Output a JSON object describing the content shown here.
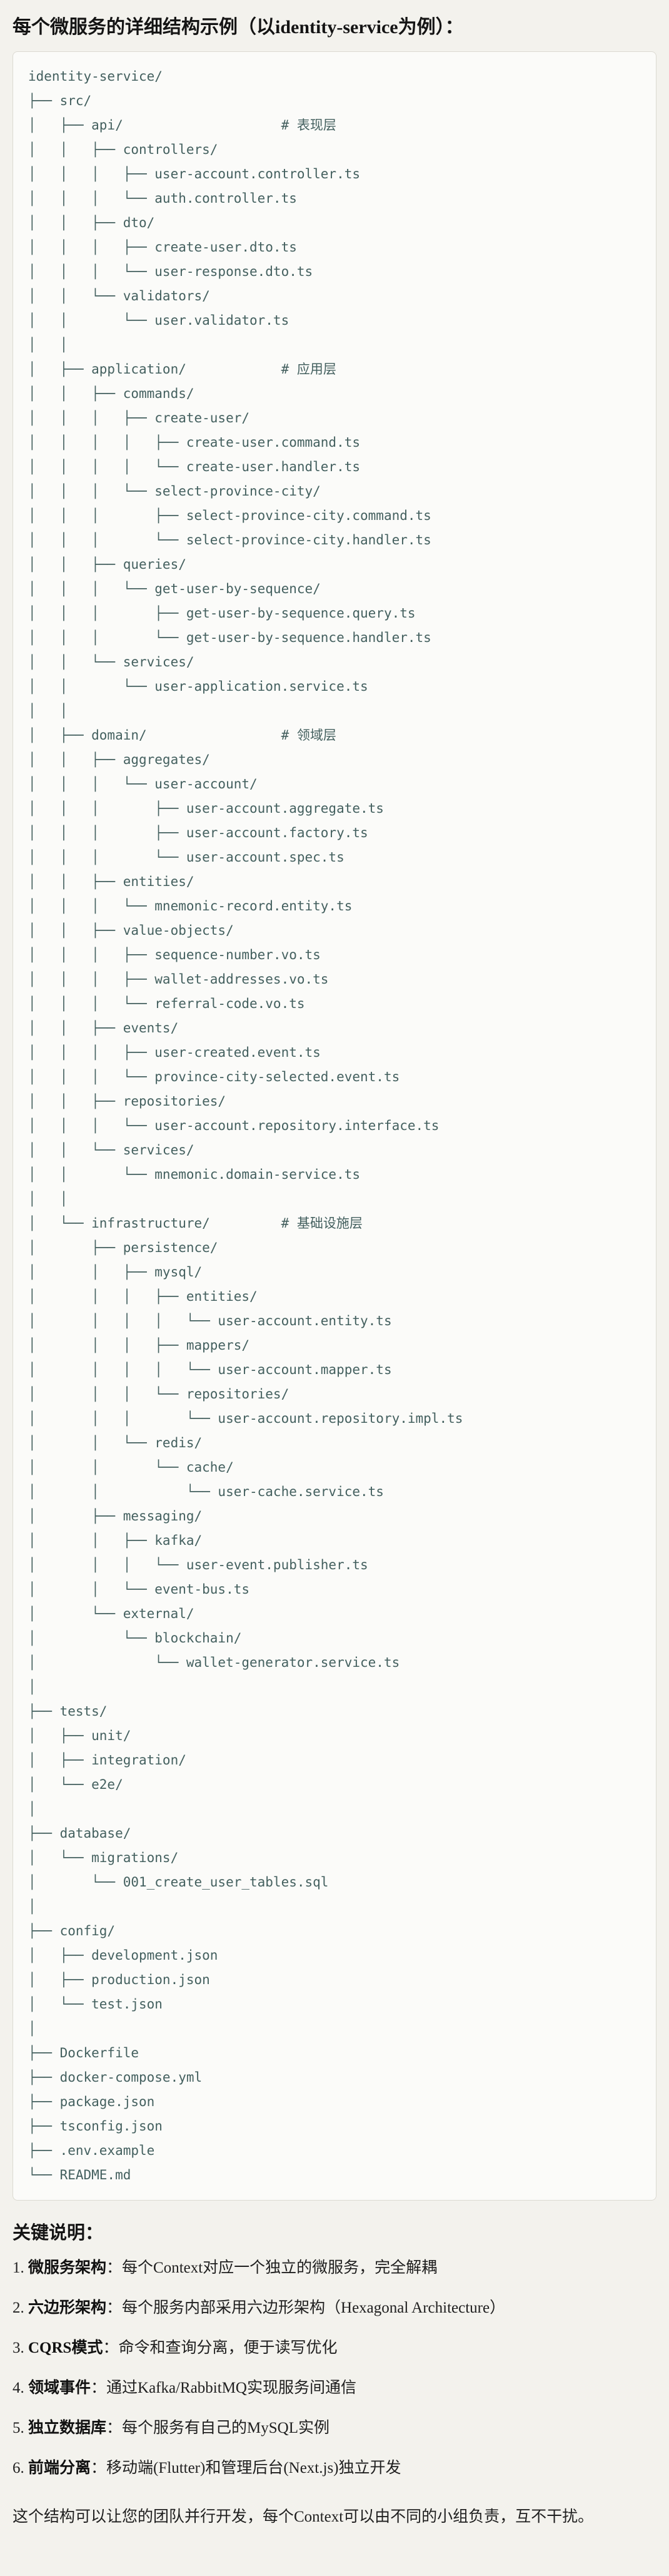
{
  "page": {
    "title": "每个微服务的详细结构示例（以identity-service为例）："
  },
  "colors": {
    "page_background": "#f3f2ed",
    "code_background": "#fbfbf9",
    "code_border": "#dcdad2",
    "code_text": "#44605f",
    "body_text": "#1f1f1f"
  },
  "tree": {
    "lines": [
      "identity-service/",
      "├── src/",
      "│   ├── api/                    # 表现层",
      "│   │   ├── controllers/",
      "│   │   │   ├── user-account.controller.ts",
      "│   │   │   └── auth.controller.ts",
      "│   │   ├── dto/",
      "│   │   │   ├── create-user.dto.ts",
      "│   │   │   └── user-response.dto.ts",
      "│   │   └── validators/",
      "│   │       └── user.validator.ts",
      "│   │",
      "│   ├── application/            # 应用层",
      "│   │   ├── commands/",
      "│   │   │   ├── create-user/",
      "│   │   │   │   ├── create-user.command.ts",
      "│   │   │   │   └── create-user.handler.ts",
      "│   │   │   └── select-province-city/",
      "│   │   │       ├── select-province-city.command.ts",
      "│   │   │       └── select-province-city.handler.ts",
      "│   │   ├── queries/",
      "│   │   │   └── get-user-by-sequence/",
      "│   │   │       ├── get-user-by-sequence.query.ts",
      "│   │   │       └── get-user-by-sequence.handler.ts",
      "│   │   └── services/",
      "│   │       └── user-application.service.ts",
      "│   │",
      "│   ├── domain/                 # 领域层",
      "│   │   ├── aggregates/",
      "│   │   │   └── user-account/",
      "│   │   │       ├── user-account.aggregate.ts",
      "│   │   │       ├── user-account.factory.ts",
      "│   │   │       └── user-account.spec.ts",
      "│   │   ├── entities/",
      "│   │   │   └── mnemonic-record.entity.ts",
      "│   │   ├── value-objects/",
      "│   │   │   ├── sequence-number.vo.ts",
      "│   │   │   ├── wallet-addresses.vo.ts",
      "│   │   │   └── referral-code.vo.ts",
      "│   │   ├── events/",
      "│   │   │   ├── user-created.event.ts",
      "│   │   │   └── province-city-selected.event.ts",
      "│   │   ├── repositories/",
      "│   │   │   └── user-account.repository.interface.ts",
      "│   │   └── services/",
      "│   │       └── mnemonic.domain-service.ts",
      "│   │",
      "│   └── infrastructure/         # 基础设施层",
      "│       ├── persistence/",
      "│       │   ├── mysql/",
      "│       │   │   ├── entities/",
      "│       │   │   │   └── user-account.entity.ts",
      "│       │   │   ├── mappers/",
      "│       │   │   │   └── user-account.mapper.ts",
      "│       │   │   └── repositories/",
      "│       │   │       └── user-account.repository.impl.ts",
      "│       │   └── redis/",
      "│       │       └── cache/",
      "│       │           └── user-cache.service.ts",
      "│       ├── messaging/",
      "│       │   ├── kafka/",
      "│       │   │   └── user-event.publisher.ts",
      "│       │   └── event-bus.ts",
      "│       └── external/",
      "│           └── blockchain/",
      "│               └── wallet-generator.service.ts",
      "│",
      "├── tests/",
      "│   ├── unit/",
      "│   ├── integration/",
      "│   └── e2e/",
      "│",
      "├── database/",
      "│   └── migrations/",
      "│       └── 001_create_user_tables.sql",
      "│",
      "├── config/",
      "│   ├── development.json",
      "│   ├── production.json",
      "│   └── test.json",
      "│",
      "├── Dockerfile",
      "├── docker-compose.yml",
      "├── package.json",
      "├── tsconfig.json",
      "├── .env.example",
      "└── README.md"
    ]
  },
  "notes": {
    "heading": "关键说明：",
    "items": [
      {
        "num": "1. ",
        "label": "微服务架构",
        "rest": "：每个Context对应一个独立的微服务，完全解耦"
      },
      {
        "num": "2. ",
        "label": "六边形架构",
        "rest": "：每个服务内部采用六边形架构（Hexagonal Architecture）"
      },
      {
        "num": "3. ",
        "label": "CQRS模式",
        "rest": "：命令和查询分离，便于读写优化"
      },
      {
        "num": "4. ",
        "label": "领域事件",
        "rest": "：通过Kafka/RabbitMQ实现服务间通信"
      },
      {
        "num": "5. ",
        "label": "独立数据库",
        "rest": "：每个服务有自己的MySQL实例"
      },
      {
        "num": "6. ",
        "label": "前端分离",
        "rest": "：移动端(Flutter)和管理后台(Next.js)独立开发"
      }
    ],
    "footer": "这个结构可以让您的团队并行开发，每个Context可以由不同的小组负责，互不干扰。"
  }
}
